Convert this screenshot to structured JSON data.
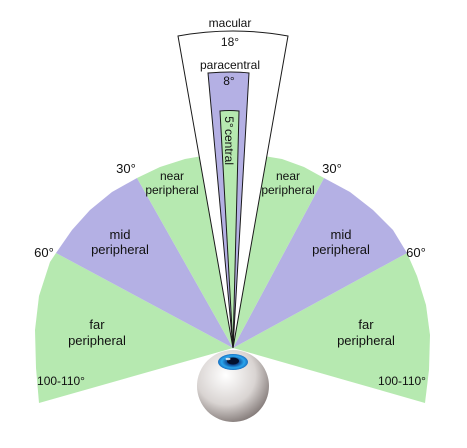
{
  "colors": {
    "green": "#b6e9b0",
    "purple": "#b4b0e4",
    "white": "#ffffff",
    "outline": "#1a1a1a",
    "background": "#ffffff",
    "iris": "#2aa6ee"
  },
  "angles": {
    "macular": "18°",
    "paracentral": "8°",
    "central": "5°",
    "near": "30°",
    "mid": "60°",
    "far": "100-110°"
  },
  "labels": {
    "macular": "macular",
    "paracentral": "paracentral",
    "central": "central",
    "near_line1": "near",
    "near_line2": "peripheral",
    "mid_line1": "mid",
    "mid_line2": "peripheral",
    "far_line1": "far",
    "far_line2": "peripheral"
  },
  "icons": {
    "eye": "eyeball-icon"
  }
}
